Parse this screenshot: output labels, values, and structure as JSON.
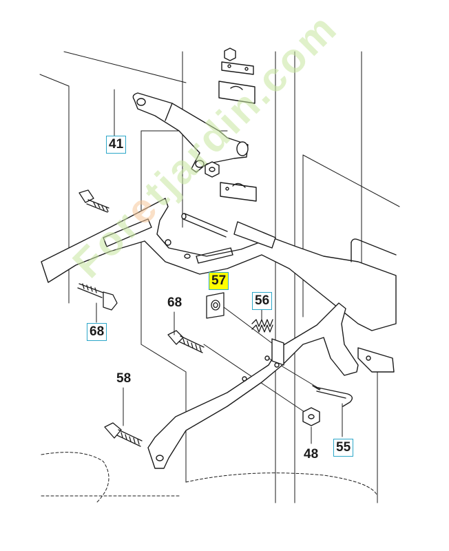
{
  "callouts": {
    "c41": "41",
    "c57": "57",
    "c56": "56",
    "c68a": "68",
    "c68b": "68",
    "c58": "58",
    "c48": "48",
    "c55": "55"
  },
  "watermark": {
    "text": "Foretjardin.com",
    "primary_color": "#c8e6a0",
    "accent_color": "#f7c79a",
    "accent_letter": "e"
  },
  "colors": {
    "highlight": "#ffff00",
    "callout_border": "#2aa6c8",
    "line": "#1a1a1a"
  }
}
